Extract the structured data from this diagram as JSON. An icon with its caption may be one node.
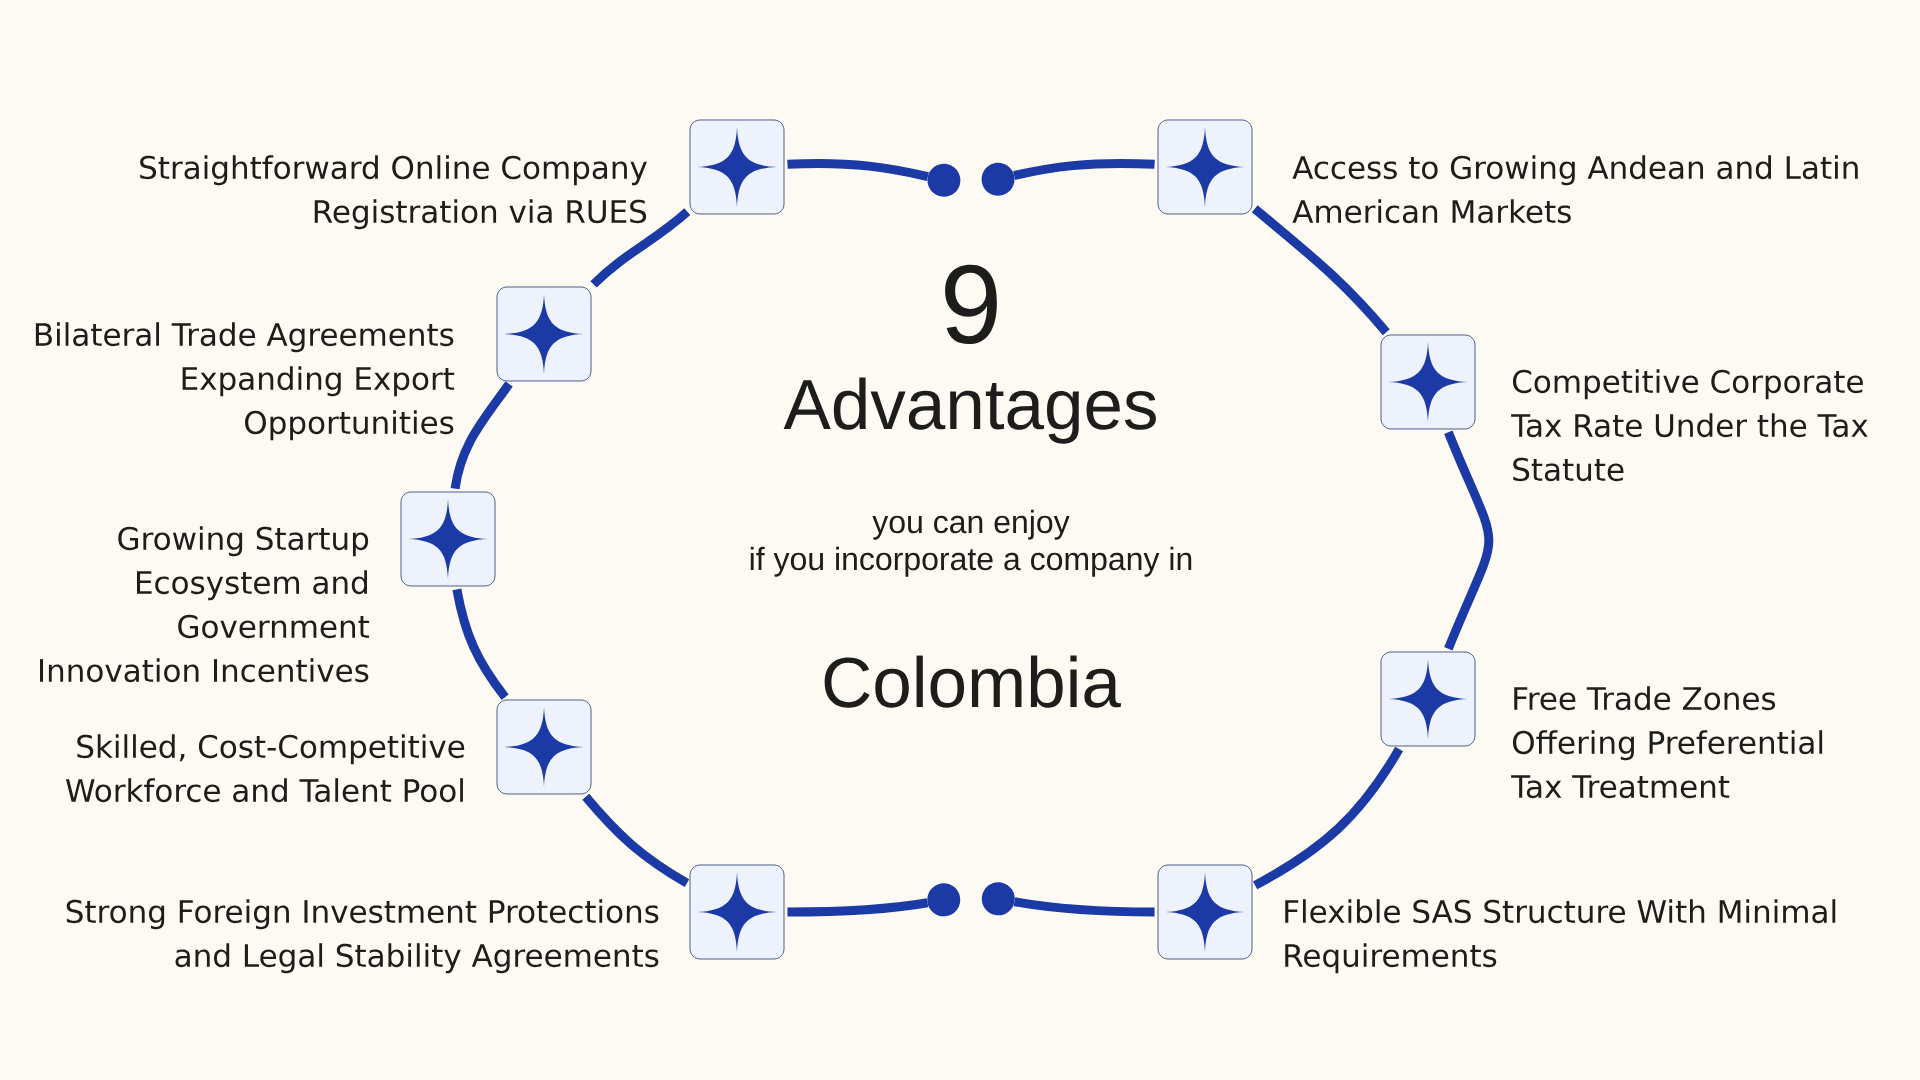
{
  "diagram": {
    "nodes": [
      {
        "text": [],
        "shape": "box",
        "beside": [
          "Straightforward Online Company Registration via RUES"
        ]
      },
      {
        "text": [],
        "shape": "box",
        "beside": [
          "Bilateral Trade Agreements Expanding Export Opportunities"
        ]
      },
      {
        "text": [],
        "shape": "box",
        "beside": [
          "Growing Startup Ecosystem and Government Innovation Incentives"
        ]
      },
      {
        "text": [],
        "shape": "box",
        "beside": [
          "Skilled, Cost-Competitive Workforce and Talent Pool"
        ]
      },
      {
        "text": [],
        "shape": "box",
        "beside": [
          "Strong Foreign Investment Protections and Legal Stability Agreements"
        ]
      },
      {
        "text": [],
        "shape": "box",
        "beside": [
          "Access to Growing Andean and Latin American Markets"
        ]
      },
      {
        "text": [],
        "shape": "box",
        "beside": [
          "Competitive Corporate Tax Rate Under the Tax Statute"
        ]
      },
      {
        "text": [],
        "shape": "box",
        "beside": [
          "Free Trade Zones Offering Preferential Tax Treatment"
        ]
      },
      {
        "text": [],
        "shape": "box",
        "beside": [
          "Flexible SAS Structure With Minimal Requirements"
        ]
      }
    ],
    "edges": [
      {
        "from": 0,
        "to": null,
        "arrow": "other"
      },
      {
        "from": 0,
        "to": 1,
        "arrow": "none"
      },
      {
        "from": 1,
        "to": 2,
        "arrow": "none"
      },
      {
        "from": 2,
        "to": 3,
        "arrow": "none"
      },
      {
        "from": 3,
        "to": 4,
        "arrow": "none"
      },
      {
        "from": 4,
        "to": null,
        "arrow": "other"
      },
      {
        "from": 5,
        "to": null,
        "arrow": "other"
      },
      {
        "from": 5,
        "to": 6,
        "arrow": "none"
      },
      {
        "from": 6,
        "to": 7,
        "arrow": "none"
      },
      {
        "from": 7,
        "to": 8,
        "arrow": "none"
      },
      {
        "from": 8,
        "to": null,
        "arrow": "other"
      }
    ],
    "labels": [
      "9",
      "Advantages",
      "you can enjoy",
      "if you incorporate a company in",
      "Colombia"
    ]
  }
}
